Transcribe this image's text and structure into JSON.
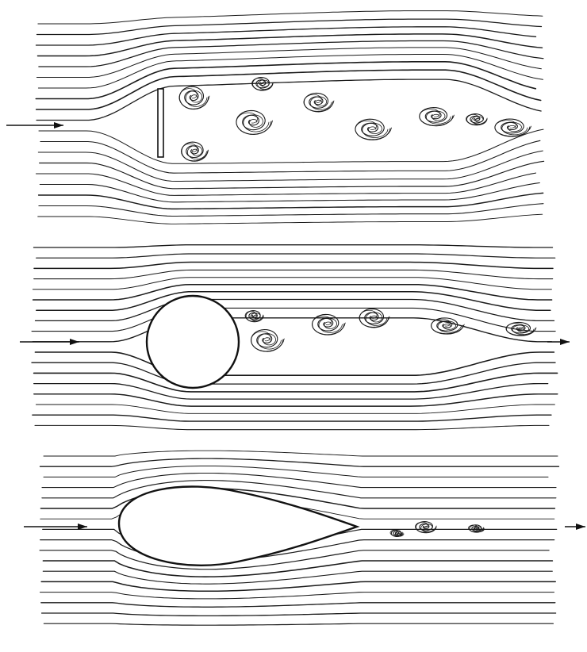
{
  "figure": {
    "panels": [
      {
        "id": "flat-plate",
        "body": "plate",
        "icon": "flat-plate-icon"
      },
      {
        "id": "cylinder",
        "body": "circle",
        "icon": "cylinder-icon"
      },
      {
        "id": "streamline-body",
        "body": "teardrop",
        "icon": "streamlined-body-icon"
      }
    ],
    "colors": {
      "ink": "#1a1a1a",
      "paper": "#ffffff"
    }
  }
}
